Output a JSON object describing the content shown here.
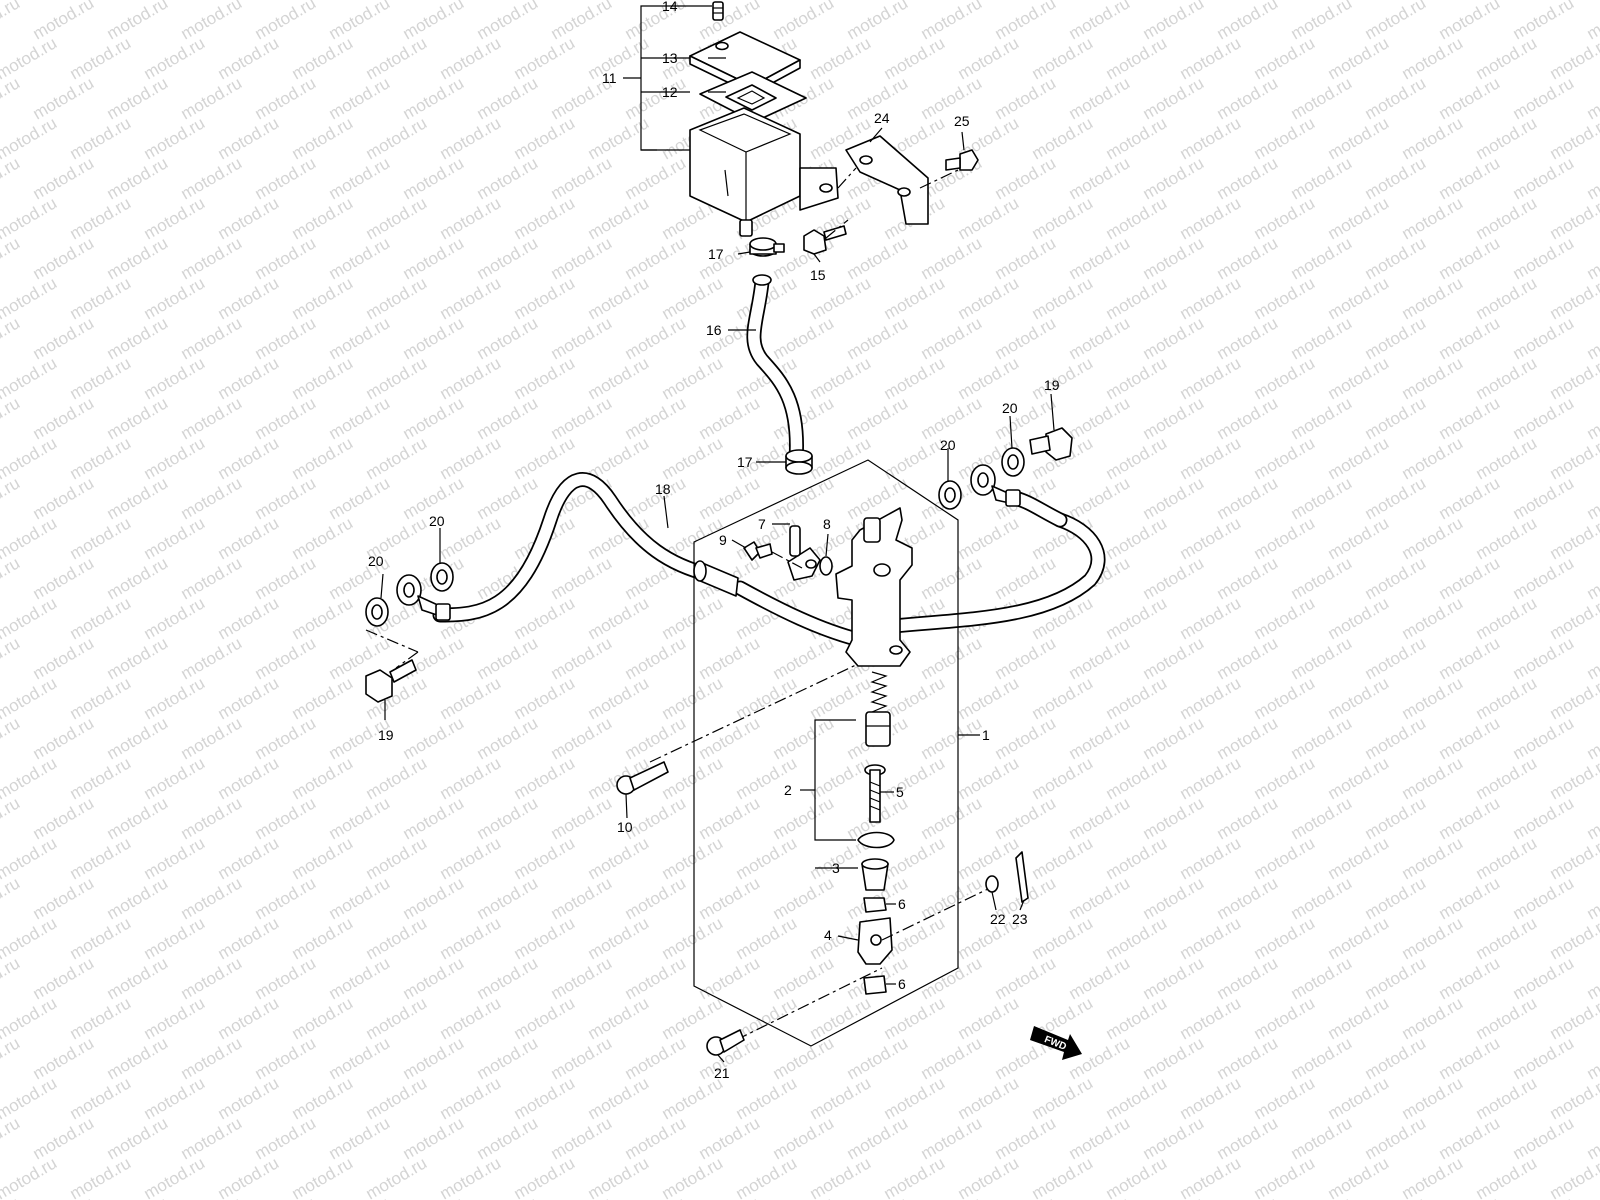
{
  "watermark": {
    "text": "motod.ru",
    "color": "#d4d4d4"
  },
  "fwd_badge": {
    "label": "FWD"
  },
  "callouts": [
    {
      "id": "c1",
      "label": "1"
    },
    {
      "id": "c2",
      "label": "2"
    },
    {
      "id": "c3",
      "label": "3"
    },
    {
      "id": "c4",
      "label": "4"
    },
    {
      "id": "c5",
      "label": "5"
    },
    {
      "id": "c6a",
      "label": "6"
    },
    {
      "id": "c6b",
      "label": "6"
    },
    {
      "id": "c7",
      "label": "7"
    },
    {
      "id": "c8",
      "label": "8"
    },
    {
      "id": "c9",
      "label": "9"
    },
    {
      "id": "c10",
      "label": "10"
    },
    {
      "id": "c11",
      "label": "11"
    },
    {
      "id": "c12",
      "label": "12"
    },
    {
      "id": "c13",
      "label": "13"
    },
    {
      "id": "c14",
      "label": "14"
    },
    {
      "id": "c15",
      "label": "15"
    },
    {
      "id": "c16",
      "label": "16"
    },
    {
      "id": "c17a",
      "label": "17"
    },
    {
      "id": "c17b",
      "label": "17"
    },
    {
      "id": "c18",
      "label": "18"
    },
    {
      "id": "c19a",
      "label": "19"
    },
    {
      "id": "c19b",
      "label": "19"
    },
    {
      "id": "c20a",
      "label": "20"
    },
    {
      "id": "c20b",
      "label": "20"
    },
    {
      "id": "c20c",
      "label": "20"
    },
    {
      "id": "c20d",
      "label": "20"
    },
    {
      "id": "c21",
      "label": "21"
    },
    {
      "id": "c22",
      "label": "22"
    },
    {
      "id": "c23",
      "label": "23"
    },
    {
      "id": "c24",
      "label": "24"
    },
    {
      "id": "c25",
      "label": "25"
    }
  ]
}
